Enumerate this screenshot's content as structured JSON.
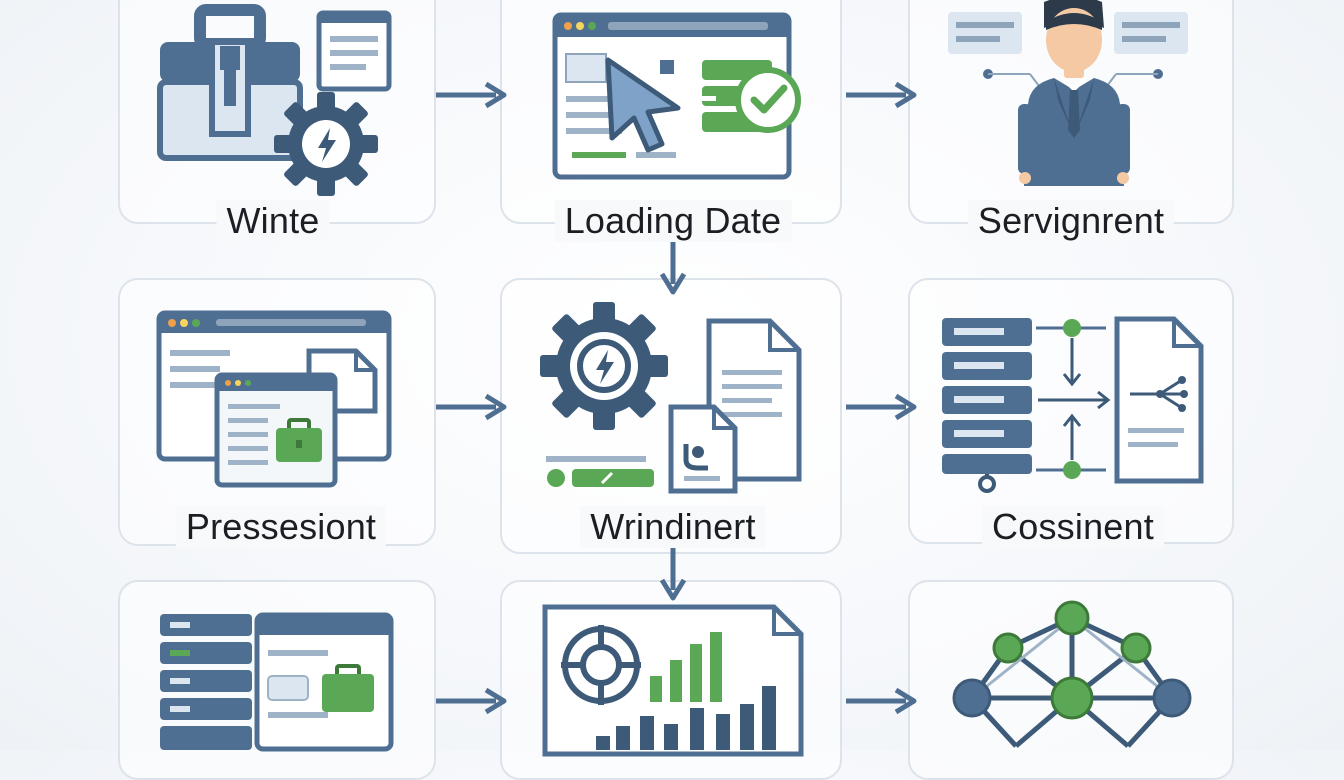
{
  "steps": [
    {
      "label": "Winte"
    },
    {
      "label": "Loading Date"
    },
    {
      "label": "Servignrent"
    },
    {
      "label": "Pressesiont"
    },
    {
      "label": "Wrindinert"
    },
    {
      "label": "Cossinent"
    }
  ],
  "icons": {
    "step1": [
      "toolbox-icon",
      "gear-icon",
      "document-icon"
    ],
    "step2": [
      "browser-window-icon",
      "cursor-icon",
      "database-check-icon"
    ],
    "step3": [
      "businessman-icon",
      "speech-panel-icon"
    ],
    "step4": [
      "browser-window-icon",
      "briefcase-icon",
      "document-icon"
    ],
    "step5": [
      "gear-icon",
      "document-icon",
      "progress-bar-icon"
    ],
    "step6": [
      "server-icon",
      "document-icon",
      "network-branch-icon"
    ],
    "step7": [
      "server-icon",
      "browser-window-icon",
      "briefcase-icon"
    ],
    "step8": [
      "target-icon",
      "bar-chart-icon",
      "document-icon"
    ],
    "step9": [
      "network-graph-icon"
    ]
  },
  "colors": {
    "primary": "#4f6f92",
    "dark": "#3d5a78",
    "light": "#dce6f0",
    "accent_green": "#5aa856",
    "card_border": "#dde3ea",
    "text": "#1b1f24"
  }
}
